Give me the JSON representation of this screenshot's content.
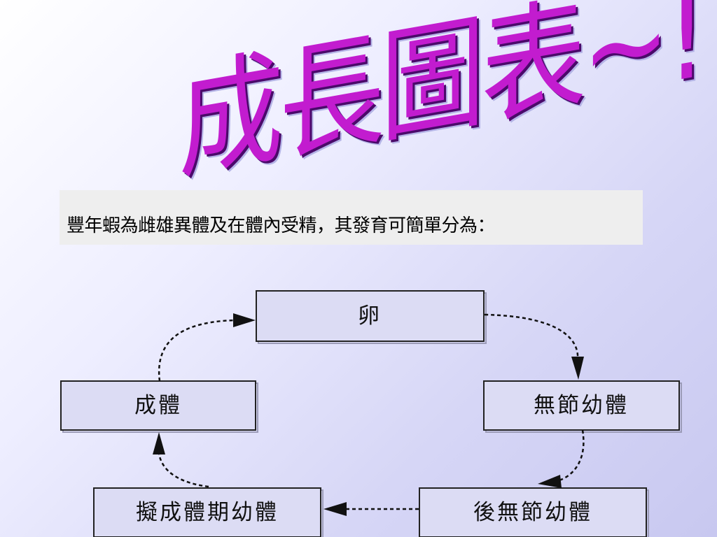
{
  "title": "成長圖表~!",
  "subtitle": "豐年蝦為雌雄異體及在體內受精，其發育可簡單分為：",
  "stages": [
    {
      "id": "egg",
      "label": "卵"
    },
    {
      "id": "nauplius",
      "label": "無節幼體"
    },
    {
      "id": "metanauplius",
      "label": "後無節幼體"
    },
    {
      "id": "pre-adult",
      "label": "擬成體期幼體"
    },
    {
      "id": "adult",
      "label": "成體"
    }
  ],
  "colors": {
    "title": "#c21ccf",
    "title_shadow": "#4a0a6a",
    "box_fill": "#dcdcf4",
    "box_stroke": "#222222",
    "subtitle_bar": "#eeeeee"
  }
}
